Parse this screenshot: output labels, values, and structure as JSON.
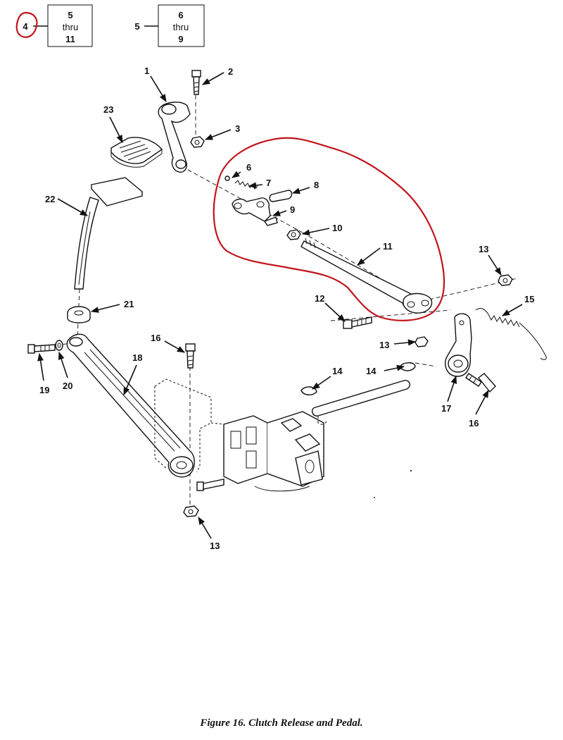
{
  "legend": {
    "group_a": {
      "ref": "4",
      "from": "5",
      "thru": "thru",
      "to": "11"
    },
    "group_b": {
      "ref": "5",
      "from": "6",
      "thru": "thru",
      "to": "9"
    }
  },
  "callouts": {
    "c1": "1",
    "c2": "2",
    "c3": "3",
    "c6": "6",
    "c7": "7",
    "c8": "8",
    "c9": "9",
    "c10": "10",
    "c11": "11",
    "c12": "12",
    "c13a": "13",
    "c13b": "13",
    "c13c": "13",
    "c14a": "14",
    "c14b": "14",
    "c15": "15",
    "c16a": "16",
    "c16b": "16",
    "c17": "17",
    "c18": "18",
    "c19": "19",
    "c20": "20",
    "c21": "21",
    "c22": "22",
    "c23": "23"
  },
  "highlight_color": "#c0141c",
  "caption": "Figure 16. Clutch Release and Pedal."
}
